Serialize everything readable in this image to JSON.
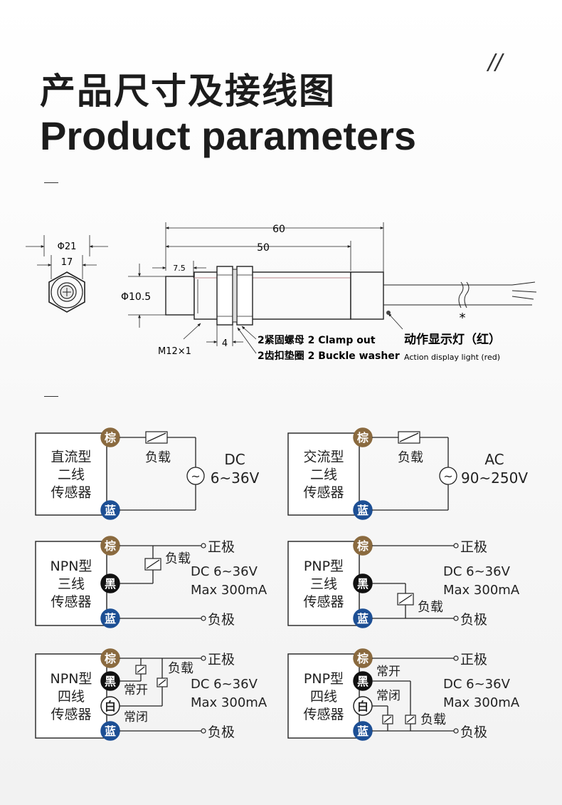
{
  "header": {
    "title_cn": "产品尺寸及接线图",
    "title_en": "Product parameters",
    "slash_mark": "//"
  },
  "dimension_drawing": {
    "front_view": {
      "outer_dia": "Φ21",
      "width": "17"
    },
    "side_view": {
      "total_length": "60",
      "body_length": "50",
      "sensor_dia": "Φ10.5",
      "head_length": "7.5",
      "thread": "M12×1",
      "nut_width": "4",
      "cable_mark": "*"
    },
    "callouts": {
      "clamp_nut": "2紧固螺母 2 Clamp out",
      "washer": "2齿扣垫圈 2 Buckle washer",
      "indicator_cn": "动作显示灯（红）",
      "indicator_en": "Action display light (red)"
    }
  },
  "wiring": {
    "colors": {
      "brown": "#8a6a3f",
      "black": "#111111",
      "white": "#ffffff",
      "blue": "#1d4f94"
    },
    "wire_labels": {
      "brown": "棕",
      "black": "黑",
      "white": "白",
      "blue": "蓝"
    },
    "terms": {
      "load": "负载",
      "positive": "正极",
      "negative": "负极",
      "no": "常开",
      "nc": "常闭"
    },
    "diagrams": [
      {
        "name_lines": [
          "直流型",
          "二线",
          "传感器"
        ],
        "power_lines": [
          "DC",
          "6~36V"
        ]
      },
      {
        "name_lines": [
          "交流型",
          "二线",
          "传感器"
        ],
        "power_lines": [
          "AC",
          "90~250V"
        ]
      },
      {
        "name_lines": [
          "NPN型",
          "三线",
          "传感器"
        ],
        "power_lines": [
          "DC    6~36V",
          "Max 300mA"
        ]
      },
      {
        "name_lines": [
          "PNP型",
          "三线",
          "传感器"
        ],
        "power_lines": [
          "DC    6~36V",
          "Max 300mA"
        ]
      },
      {
        "name_lines": [
          "NPN型",
          "四线",
          "传感器"
        ],
        "power_lines": [
          "DC    6~36V",
          "Max 300mA"
        ]
      },
      {
        "name_lines": [
          "PNP型",
          "四线",
          "传感器"
        ],
        "power_lines": [
          "DC    6~36V",
          "Max 300mA"
        ]
      }
    ]
  }
}
